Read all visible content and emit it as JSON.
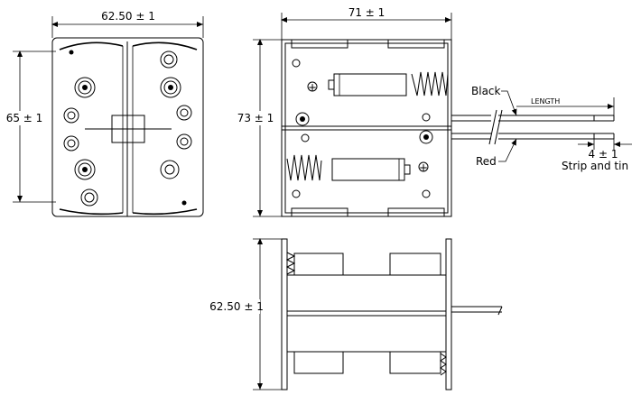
{
  "dimensions": {
    "front_width": "62.50 ± 1",
    "front_height": "65 ± 1",
    "top_width": "71 ± 1",
    "top_height": "73 ± 1",
    "side_height": "62.50 ± 1",
    "strip": "4 ± 1"
  },
  "labels": {
    "black": "Black",
    "red": "Red",
    "length": "LENGTH",
    "strip_and_tin": "Strip and tin"
  },
  "symbols": {
    "plus": "+"
  }
}
